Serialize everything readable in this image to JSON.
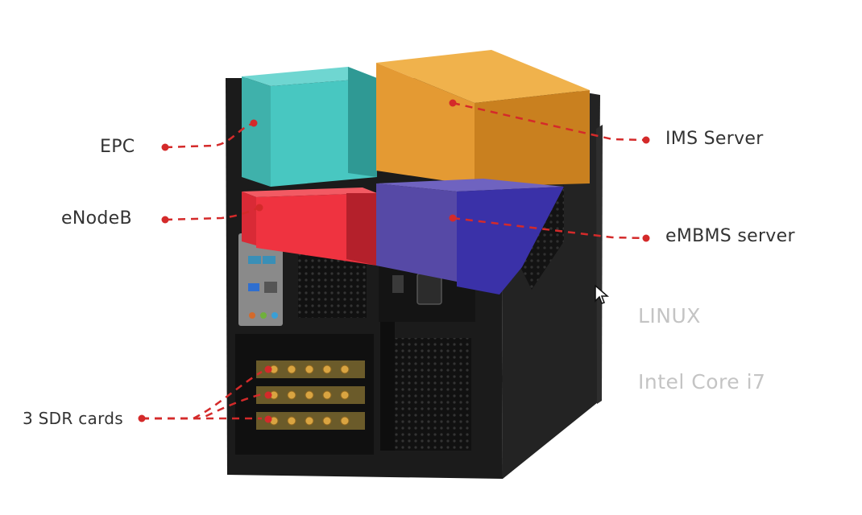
{
  "labels": {
    "epc": "EPC",
    "enodeb": "eNodeB",
    "sdr": "3 SDR cards",
    "ims": "IMS Server",
    "embms": "eMBMS server",
    "os": "LINUX",
    "cpu": "Intel Core i7"
  },
  "colors": {
    "epc": "#48c7c1",
    "ims": "#e49a33",
    "enodeb": "#ef3340",
    "embms": "#5649a6",
    "connector": "#d42a2a",
    "case": "#1a1a1a",
    "label_text": "#333333",
    "muted_text": "#c4c4c4"
  },
  "icons": {
    "cursor": "mouse-pointer-icon"
  }
}
